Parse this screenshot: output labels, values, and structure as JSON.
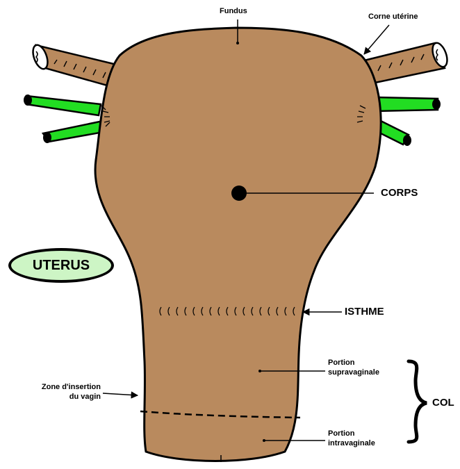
{
  "badge": "UTERUS",
  "labels": {
    "fundus": "Fundus",
    "corne": "Corne utérine",
    "corps": "CORPS",
    "isthme": "ISTHME",
    "supra_line1": "Portion",
    "supra_line2": "supravaginale",
    "intra_line1": "Portion",
    "intra_line2": "intravaginale",
    "col": "COL",
    "zone_line1": "Zone d'insertion",
    "zone_line2": "du vagin"
  },
  "colors": {
    "uterus": "#b98a5e",
    "tube": "#b98a5e",
    "ligament": "#22dd22",
    "badge_fill": "#cdf5c5",
    "outline": "#000000"
  }
}
